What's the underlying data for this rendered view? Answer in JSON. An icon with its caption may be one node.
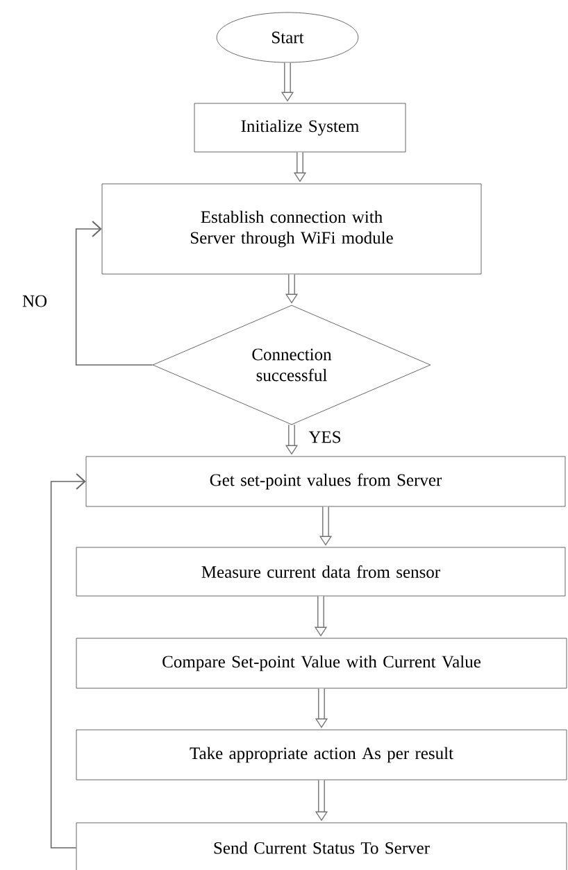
{
  "diagram": {
    "nodes": [
      {
        "text": [
          "Start"
        ]
      },
      {
        "text": [
          "Initialize System"
        ]
      },
      {
        "text": [
          "Establish connection with Server through WiFi module"
        ]
      },
      {
        "text": [
          "Connection successful"
        ]
      },
      {
        "text": [
          "Get set-point values from Server"
        ]
      },
      {
        "text": [
          "Measure current data from sensor"
        ]
      },
      {
        "text": [
          "Compare Set-point Value with Current Value"
        ]
      },
      {
        "text": [
          "Take appropriate action As per result"
        ]
      },
      {
        "text": [
          "Send Current Status To Server"
        ]
      }
    ],
    "edges": [
      {
        "from": 0,
        "to": 1,
        "arrow": "to"
      },
      {
        "from": 1,
        "to": 2,
        "arrow": "to"
      },
      {
        "from": 2,
        "to": 3,
        "arrow": "to"
      },
      {
        "from": 3,
        "to": 2,
        "arrow": "to",
        "label": "NO"
      },
      {
        "from": 3,
        "to": 4,
        "arrow": "to",
        "label": "YES"
      },
      {
        "from": 4,
        "to": 5,
        "arrow": "to"
      },
      {
        "from": 5,
        "to": 6,
        "arrow": "to"
      },
      {
        "from": 6,
        "to": 7,
        "arrow": "to"
      },
      {
        "from": 7,
        "to": 8,
        "arrow": "to"
      },
      {
        "from": 8,
        "to": 4,
        "arrow": "to"
      }
    ]
  }
}
